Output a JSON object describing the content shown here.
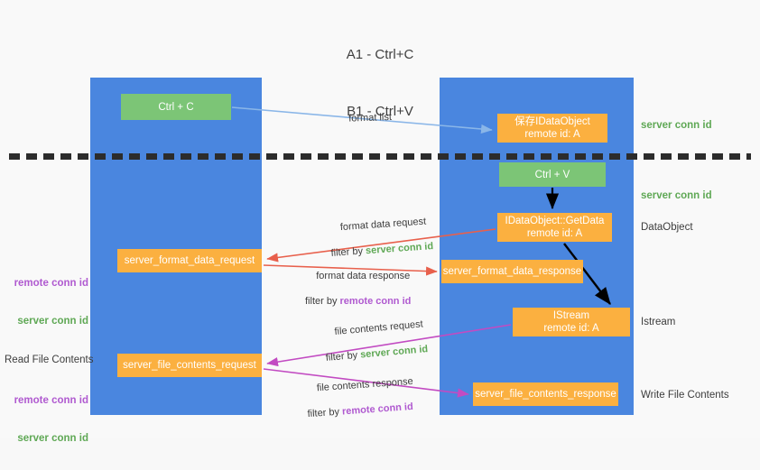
{
  "title": {
    "line1": "A1 - Ctrl+C",
    "line2": "B1 - Ctrl+V"
  },
  "lanes": [
    {
      "id": "a1",
      "name": "A1",
      "role": "remote"
    },
    {
      "id": "b1",
      "name": "B1",
      "role": "connection"
    }
  ],
  "colors": {
    "lane": "#4a86df",
    "green_node": "#7cc576",
    "orange_node": "#fbb040",
    "server_conn": "#5fa855",
    "remote_conn": "#b05ad0",
    "format_list_edge": "#8ab6e8",
    "format_data_edge": "#e8604c",
    "file_contents_edge": "#c24bc2",
    "control_edge": "#000000",
    "separator": "#2c2c2c"
  },
  "nodes": [
    {
      "id": "ctrl_c",
      "label_line1": "Ctrl + C",
      "label_line2": "",
      "style": "green"
    },
    {
      "id": "save_ido",
      "label_line1": "保存IDataObject",
      "label_line2": "remote id: A",
      "style": "orange"
    },
    {
      "id": "ctrl_v",
      "label_line1": "Ctrl + V",
      "label_line2": "",
      "style": "green"
    },
    {
      "id": "get_data",
      "label_line1": "IDataObject::GetData",
      "label_line2": "remote id: A",
      "style": "orange"
    },
    {
      "id": "fd_req",
      "label_line1": "server_format_data_request",
      "label_line2": "",
      "style": "orange"
    },
    {
      "id": "fd_res",
      "label_line1": "server_format_data_response",
      "label_line2": "",
      "style": "orange"
    },
    {
      "id": "istream",
      "label_line1": "IStream",
      "label_line2": "remote id: A",
      "style": "orange"
    },
    {
      "id": "fc_req",
      "label_line1": "server_file_contents_request",
      "label_line2": "",
      "style": "orange"
    },
    {
      "id": "fc_res",
      "label_line1": "server_file_contents_response",
      "label_line2": "",
      "style": "orange"
    }
  ],
  "side_annotations": {
    "server_conn_top": "server conn id",
    "server_conn_mid": "server conn id",
    "data_object": "DataObject",
    "istream": "Istream",
    "write_file_contents": "Write File Contents",
    "read_file_contents": "Read File Contents",
    "remote_conn_id": "remote conn id",
    "server_conn_id": "server conn id"
  },
  "edges": [
    {
      "id": "format_list",
      "label": "format list",
      "filter_prefix": "",
      "filter_target": ""
    },
    {
      "id": "fd_request",
      "label": "format data request",
      "filter_prefix": "filter by ",
      "filter_target": "server conn id"
    },
    {
      "id": "fd_response",
      "label": "format data response",
      "filter_prefix": "filter by ",
      "filter_target": "remote conn id"
    },
    {
      "id": "fc_request",
      "label": "file contents request",
      "filter_prefix": "filter by ",
      "filter_target": "server conn id"
    },
    {
      "id": "fc_response",
      "label": "file contents response",
      "filter_prefix": "filter by ",
      "filter_target": "remote conn id"
    }
  ]
}
